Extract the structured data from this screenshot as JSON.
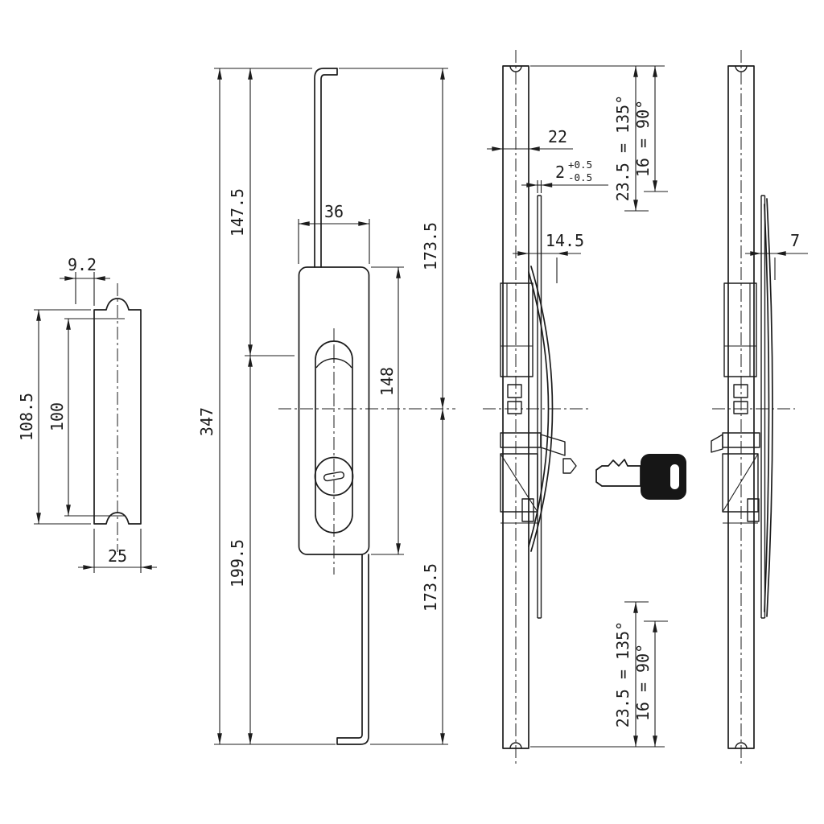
{
  "colors": {
    "background": "#ffffff",
    "line": "#1c1c1c"
  },
  "views": {
    "plate": {
      "dim_top_offset": "9.2",
      "dim_height_outer": "108.5",
      "dim_height_inner": "100",
      "dim_width": "25"
    },
    "front": {
      "dim_upper_rod": "147.5",
      "dim_body_width": "36",
      "dim_total_height": "347",
      "dim_lower_rod": "199.5",
      "dim_upper_half": "173.5",
      "dim_body_height": "148",
      "dim_lower_half": "173.5"
    },
    "side": {
      "dim_depth": "22",
      "dim_tongue_thickness": "2",
      "dim_tol_plus": "+0.5",
      "dim_tol_minus": "-0.5",
      "dim_offset": "14.5",
      "dim_travel_top_a": "23.5 = 135°",
      "dim_travel_top_b": "16 = 90°",
      "dim_travel_bottom_a": "23.5 = 135°",
      "dim_travel_bottom_b": "16 = 90°"
    },
    "side_right": {
      "dim_blade_offset": "7"
    }
  }
}
